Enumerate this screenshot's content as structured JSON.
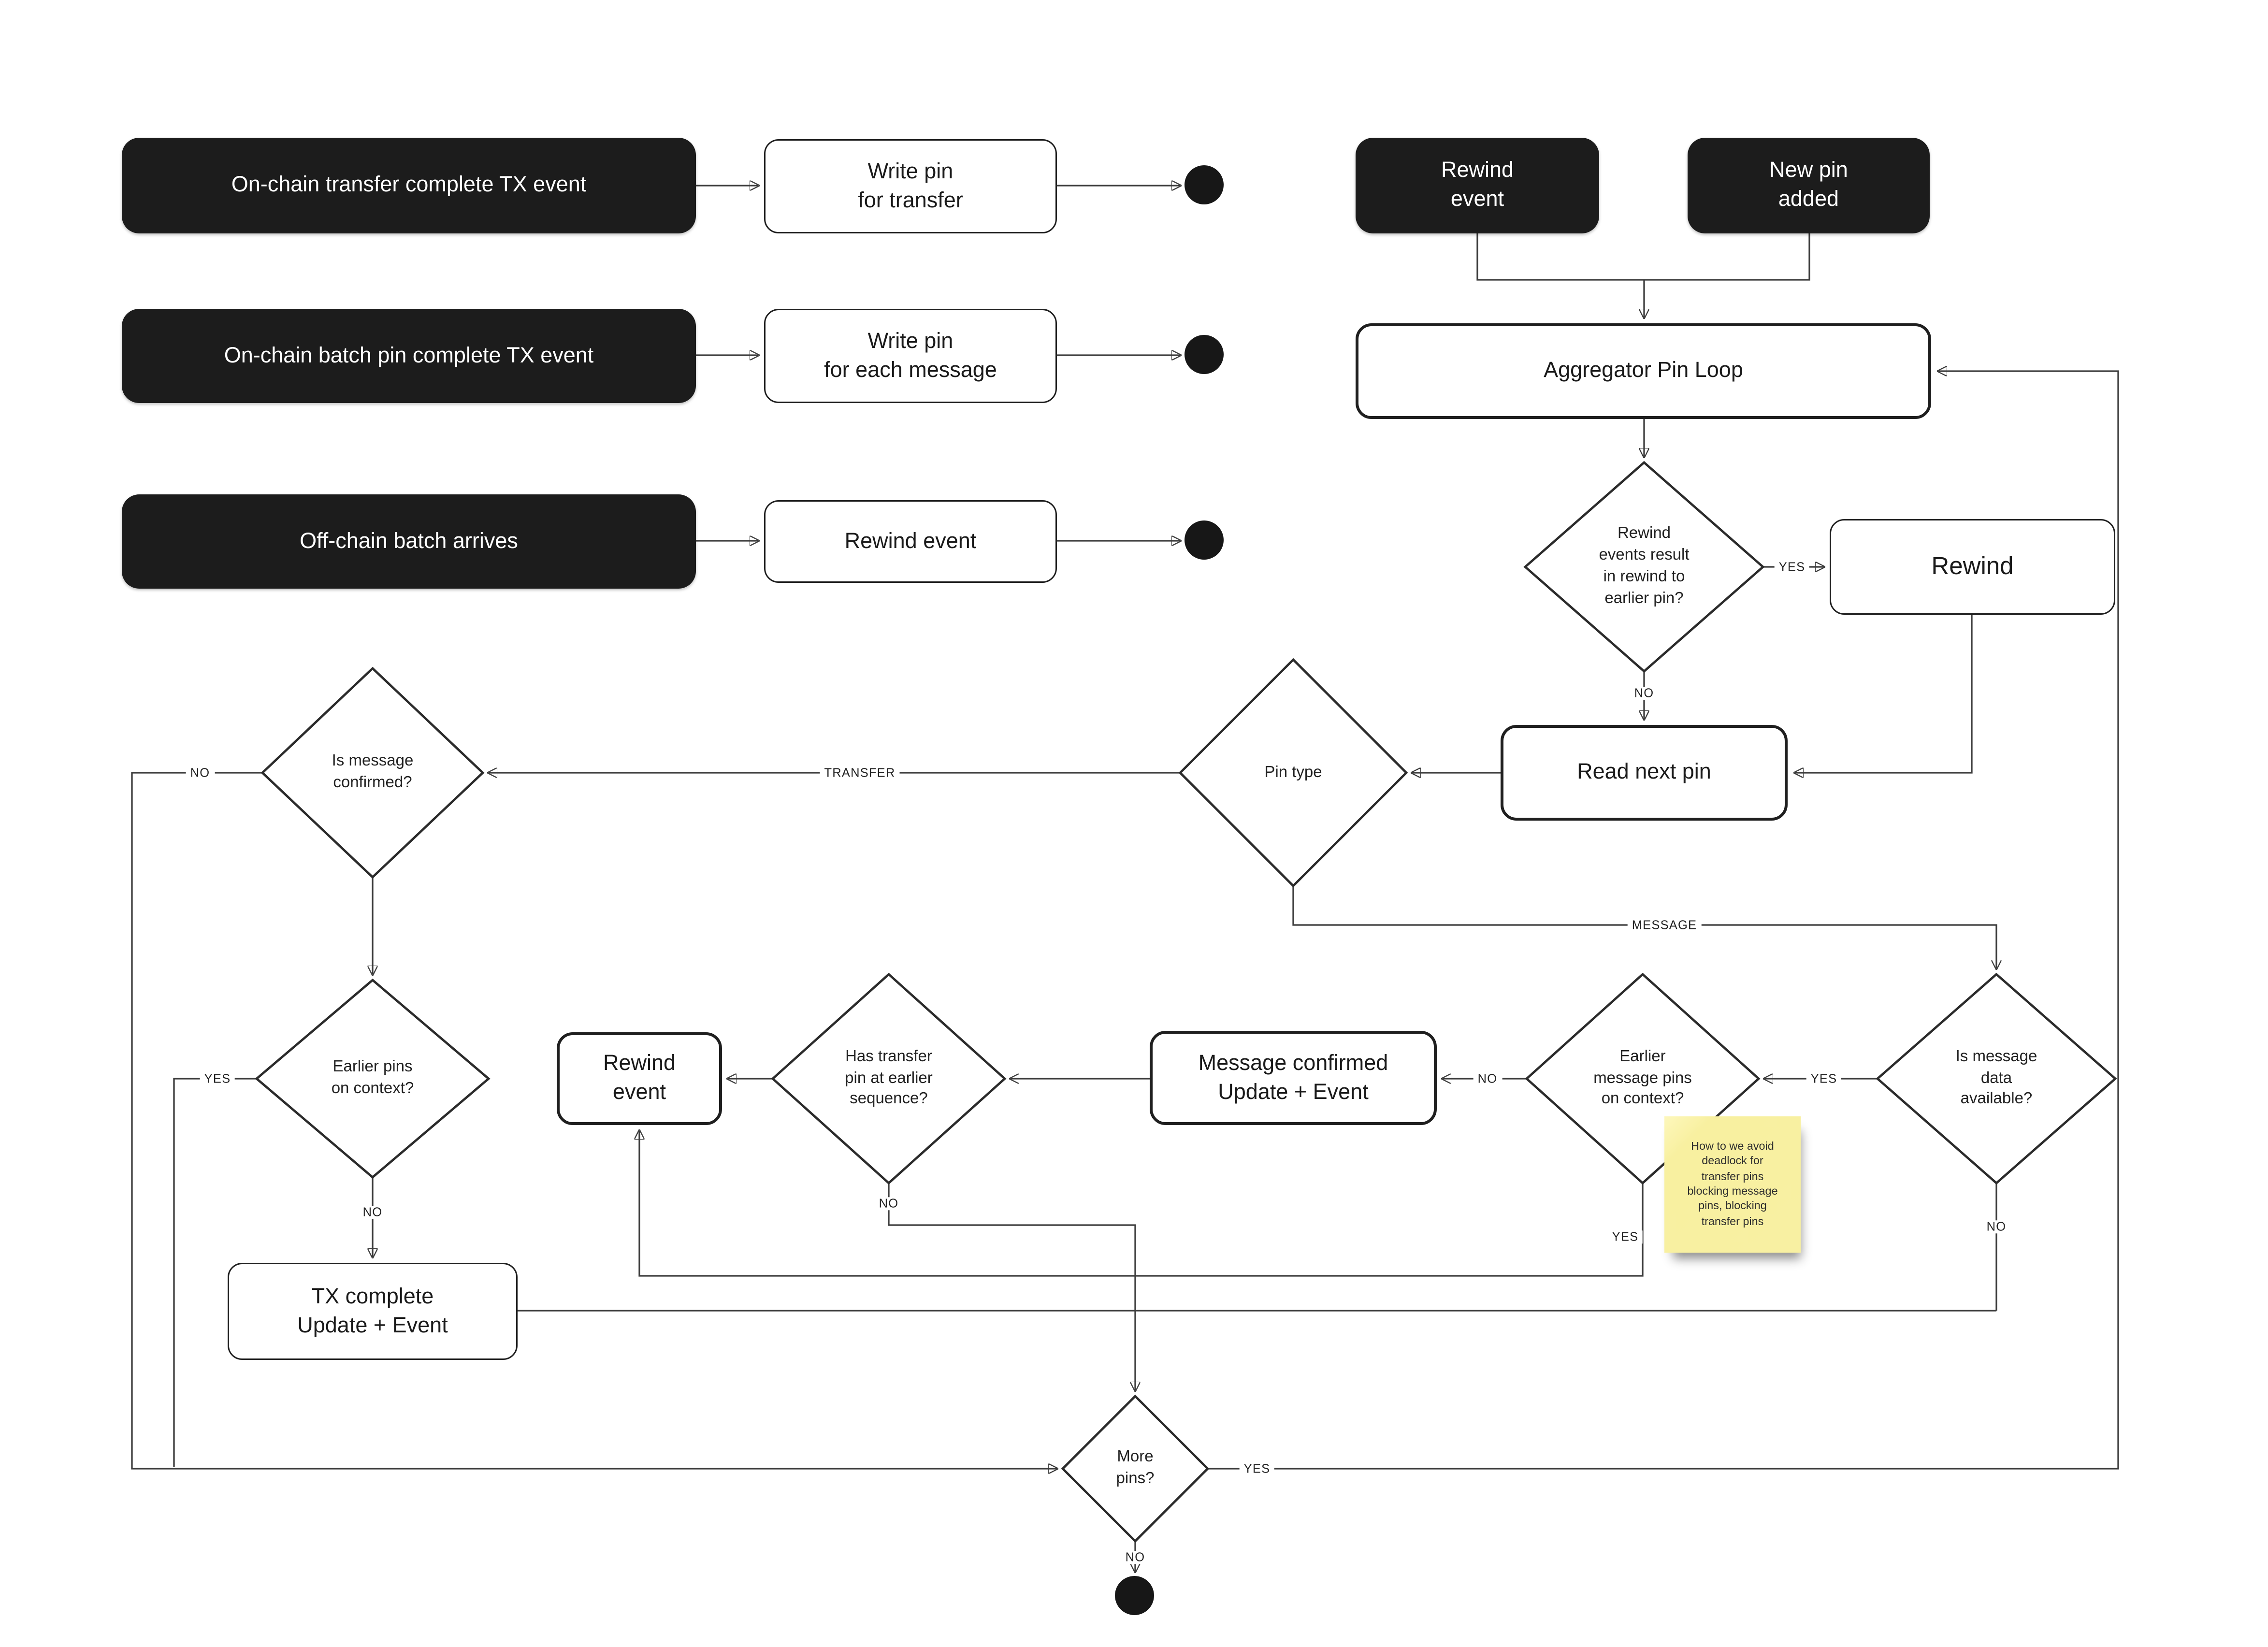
{
  "diagram": {
    "colors": {
      "dark_node_bg": "#1c1c1c",
      "dark_node_text": "#ffffff",
      "light_node_bg": "#ffffff",
      "node_border": "#1f1f1f",
      "connector": "#3d3d3d",
      "sticky_bg": "#f8f0a2",
      "sticky_text": "#2e2e2e"
    },
    "nodes": {
      "start_transfer": "On-chain transfer complete TX event",
      "write_pin_transfer": "Write pin\nfor transfer",
      "start_batch": "On-chain batch pin complete TX event",
      "write_pin_message": "Write pin\nfor each message",
      "start_offchain": "Off-chain batch arrives",
      "rewind_event_action": "Rewind event",
      "rewind_event_trigger": "Rewind\nevent",
      "new_pin_added": "New pin\nadded",
      "aggregator": "Aggregator Pin Loop",
      "rewind_decision": "Rewind\nevents result\nin rewind to\nearlier pin?",
      "rewind": "Rewind",
      "read_next_pin": "Read next pin",
      "pin_type": "Pin type",
      "is_message_confirmed": "Is message\nconfirmed?",
      "earlier_pins": "Earlier pins\non context?",
      "tx_complete": "TX complete\nUpdate + Event",
      "rewind_event_mid": "Rewind\nevent",
      "has_transfer_pin": "Has transfer\npin at earlier\nsequence?",
      "message_confirmed": "Message confirmed\nUpdate + Event",
      "earlier_message_pins": "Earlier\nmessage pins\non context?",
      "is_message_data": "Is message\ndata\navailable?",
      "more_pins": "More\npins?",
      "sticky_note": "How to we avoid\ndeadlock for\ntransfer pins\nblocking message\npins, blocking\ntransfer pins"
    },
    "labels": {
      "yes": "YES",
      "no": "NO",
      "transfer": "TRANSFER",
      "message": "MESSAGE"
    }
  }
}
